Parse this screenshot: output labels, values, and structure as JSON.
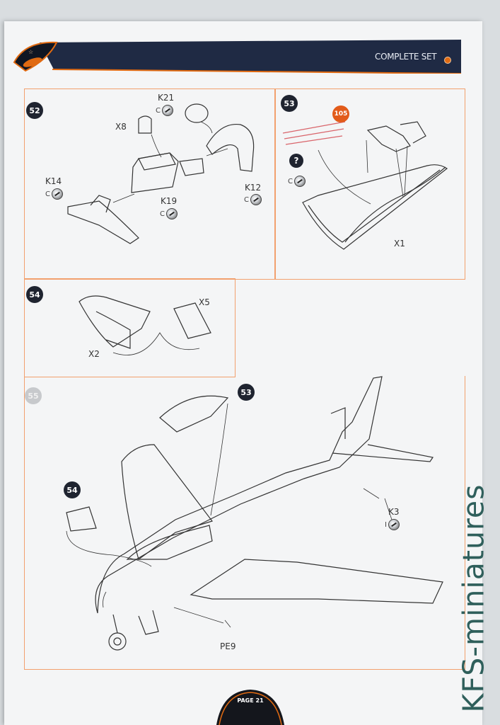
{
  "header": {
    "title": "COMPLETE SET",
    "accent_color": "#e06a12",
    "band_color": "#1f2a44"
  },
  "steps": {
    "s52": {
      "number": "52",
      "parts": {
        "x8": "X8",
        "k21": "K21",
        "k14": "K14",
        "k19": "K19",
        "k12": "K12"
      }
    },
    "s53": {
      "number": "53",
      "marker": "105",
      "unknown": "?",
      "parts": {
        "x1": "X1"
      }
    },
    "s54": {
      "number": "54",
      "parts": {
        "x5": "X5",
        "x2": "X2"
      }
    },
    "s55": {
      "number": "55",
      "ref_53": "53",
      "ref_54": "54",
      "parts": {
        "k3": "K3",
        "pe9": "PE9"
      }
    }
  },
  "part_prefix": {
    "c": "C",
    "i": "I"
  },
  "footer": {
    "page": "PAGE 21"
  },
  "watermark": "KFS-miniatures",
  "icons": [
    "manufacturer-logo-icon",
    "sprue-part-icon"
  ]
}
